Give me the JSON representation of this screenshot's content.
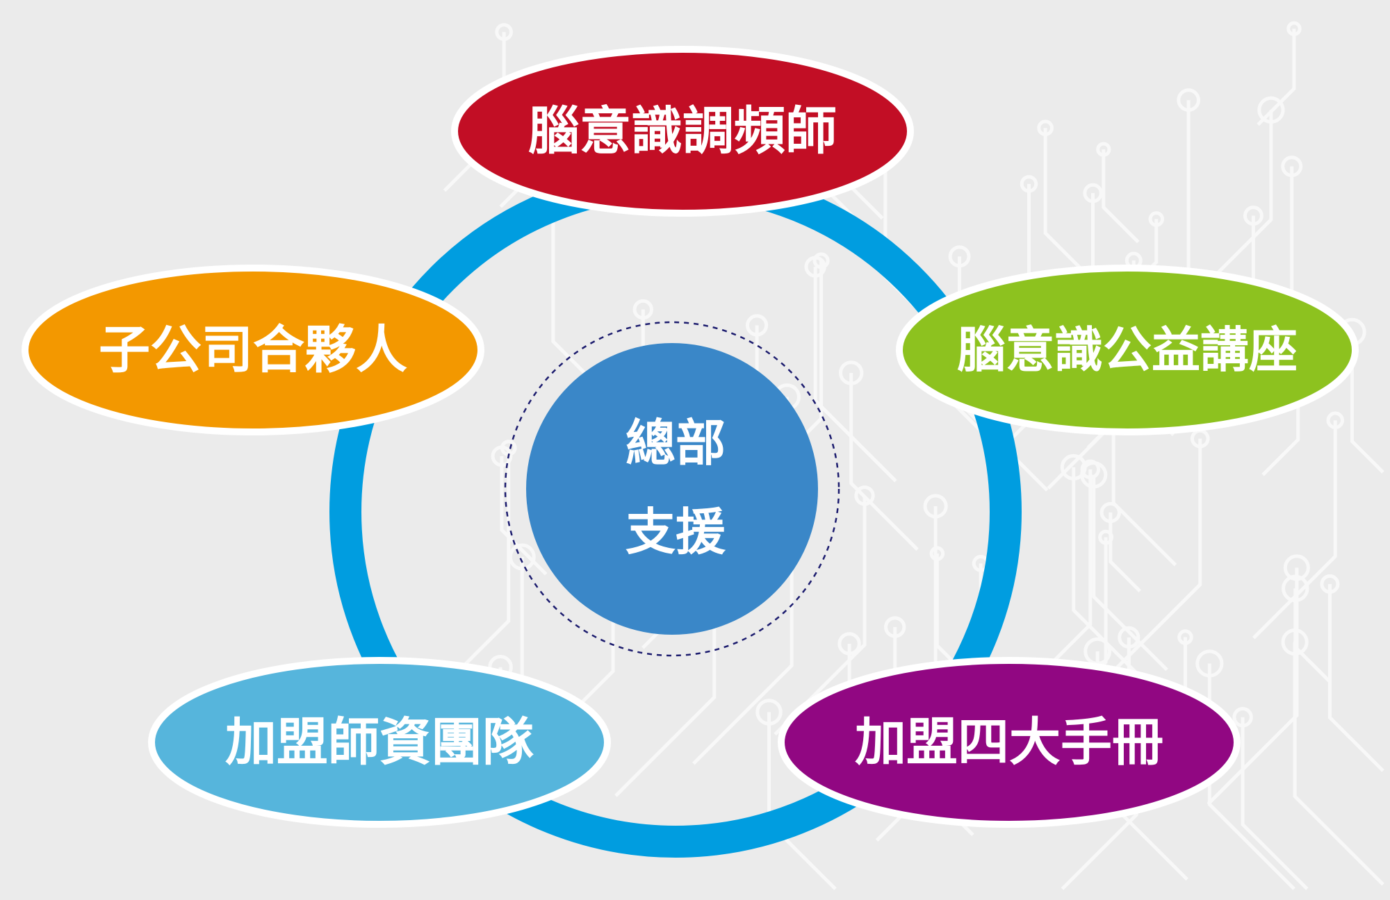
{
  "center": {
    "line1": "總部",
    "line2": "支援",
    "color": "#3a87c8"
  },
  "ring_color": "#009de0",
  "nodes": [
    {
      "label": "腦意識調頻師",
      "color": "#c20e25"
    },
    {
      "label": "腦意識公益講座",
      "color": "#8dc21f"
    },
    {
      "label": "加盟四大手冊",
      "color": "#910782"
    },
    {
      "label": "加盟師資團隊",
      "color": "#56b5dc"
    },
    {
      "label": "子公司合夥人",
      "color": "#f39800"
    }
  ]
}
